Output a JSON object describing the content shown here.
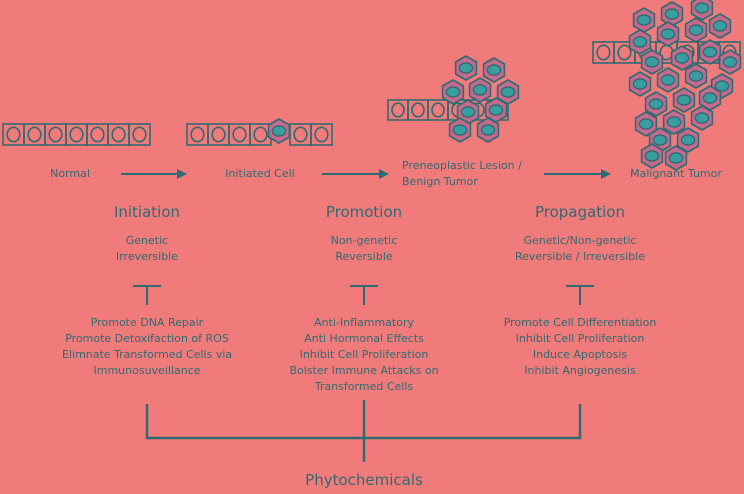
{
  "stages": [
    {
      "label": "Normal"
    },
    {
      "label": "Initiated Cell"
    },
    {
      "lines": [
        "Preneoplastic Lesion /",
        "Benign Tumor"
      ]
    },
    {
      "label": "Malignant Tumor"
    }
  ],
  "phases": [
    {
      "title": "Initiation",
      "desc": [
        "Genetic",
        "Irreversible"
      ],
      "effects": [
        "Promote DNA Repair",
        "Promote Detoxifaction of ROS",
        "Elimnate Transformed Cells via",
        "Immunosuveillance"
      ]
    },
    {
      "title": "Promotion",
      "desc": [
        "Non-genetic",
        "Reversible"
      ],
      "effects": [
        "Anti-Inflammatory",
        "Anti Hormonal Effects",
        "Inhibit Cell Proliferation",
        "Bolster Immune Attacks on",
        "Transformed Cells"
      ]
    },
    {
      "title": "Propagation",
      "desc": [
        "Genetic/Non-genetic",
        "Reversible / Irreversible"
      ],
      "effects": [
        "Promote Cell Differentiation",
        "Inhibit Cell Proliferation",
        "Induce Apoptosis",
        "Inhibit Angiogenesis"
      ]
    }
  ],
  "bottom_label": "Phytochemicals",
  "colors": {
    "background": "#f17b7b",
    "line": "#2f6b72",
    "nucleus": "#3a9ea0",
    "tumor_cell": "#c56a8c"
  }
}
